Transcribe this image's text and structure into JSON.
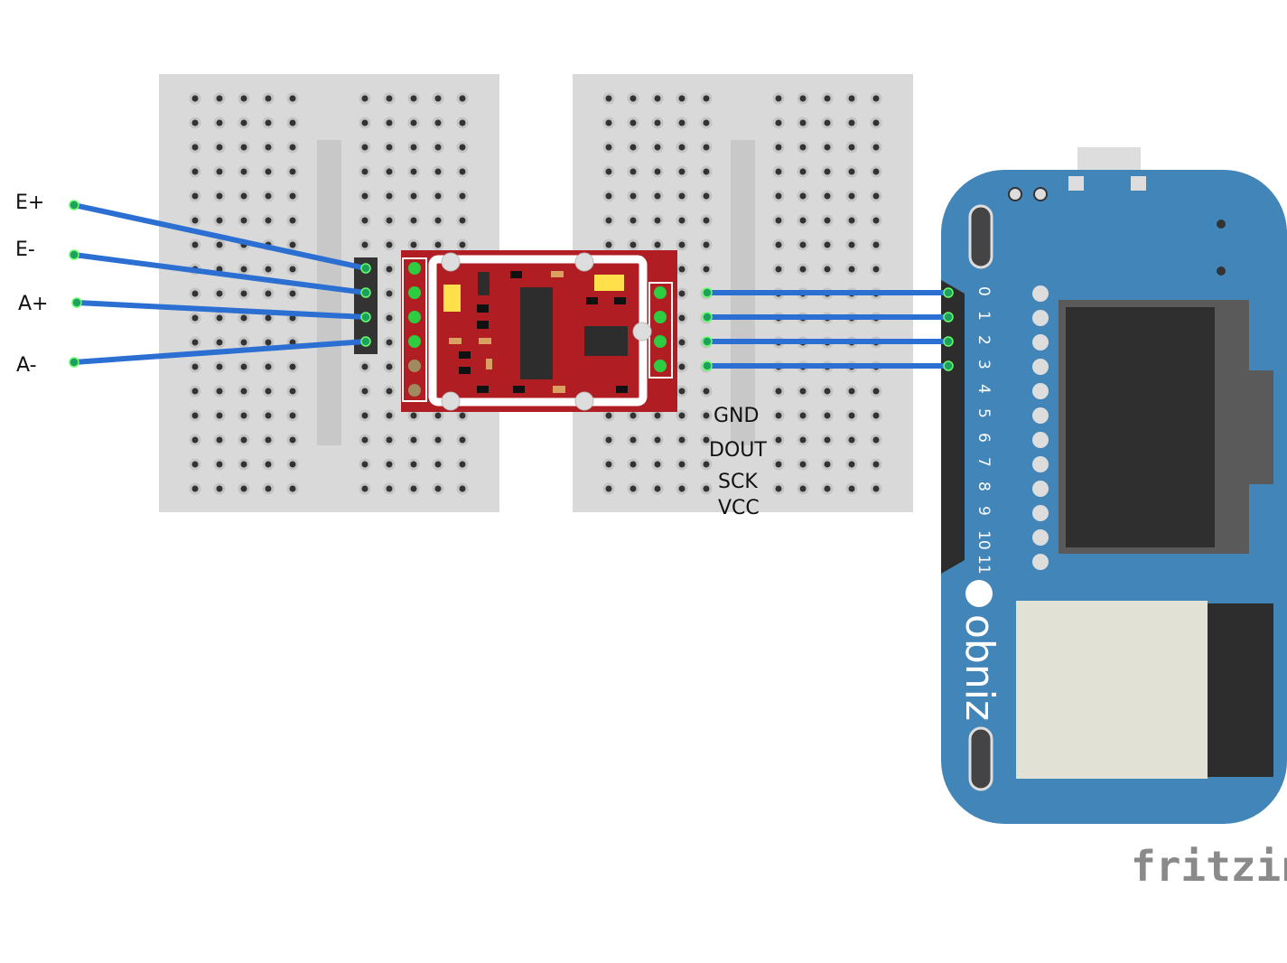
{
  "wire_labels_left": [
    "E+",
    "E-",
    "A+",
    "A-"
  ],
  "wire_labels_right": [
    "GND",
    "DOUT",
    "SCK",
    "VCC"
  ],
  "board": {
    "name": "obniz",
    "pin_labels": [
      "0",
      "1",
      "2",
      "3",
      "4",
      "5",
      "6",
      "7",
      "8",
      "9",
      "10",
      "11"
    ]
  },
  "watermark": "fritzing",
  "colors": {
    "breadboard": "#d9d9d9",
    "wire": "#2a6fd1",
    "module": "#b01e23",
    "board": "#4285b8"
  }
}
